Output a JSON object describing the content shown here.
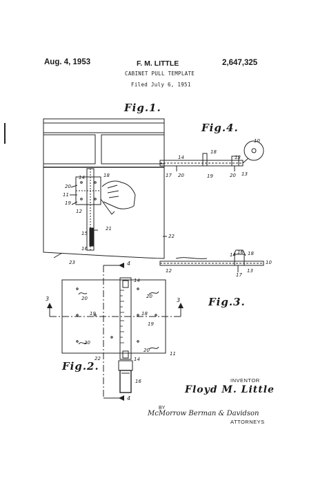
{
  "header": {
    "date": "Aug. 4, 1953",
    "inventor_name": "F. M. LITTLE",
    "patent_number": "2,647,325",
    "title": "CABINET PULL TEMPLATE",
    "filed": "Filed July 6, 1951"
  },
  "figures": {
    "fig1": "Fig.1.",
    "fig2": "Fig.2.",
    "fig3": "Fig.3.",
    "fig4": "Fig.4."
  },
  "reference_numerals": {
    "fig1": [
      "14",
      "18",
      "20",
      "11",
      "19",
      "12",
      "15",
      "21",
      "16",
      "22",
      "23"
    ],
    "fig4": [
      "14",
      "18",
      "10",
      "13",
      "17",
      "20",
      "19",
      "20",
      "13"
    ],
    "fig3": [
      "14",
      "16",
      "18",
      "10",
      "12",
      "17",
      "13"
    ],
    "fig2": [
      "4",
      "14",
      "20",
      "20",
      "3",
      "3",
      "19",
      "18",
      "19",
      "20",
      "20",
      "22",
      "11",
      "14",
      "16",
      "4"
    ]
  },
  "inventor_block": {
    "caption": "INVENTOR",
    "signature": "Floyd M. Little"
  },
  "attorney_block": {
    "by": "BY",
    "signature": "McMorrow Berman & Davidson",
    "caption": "ATTORNEYS"
  }
}
